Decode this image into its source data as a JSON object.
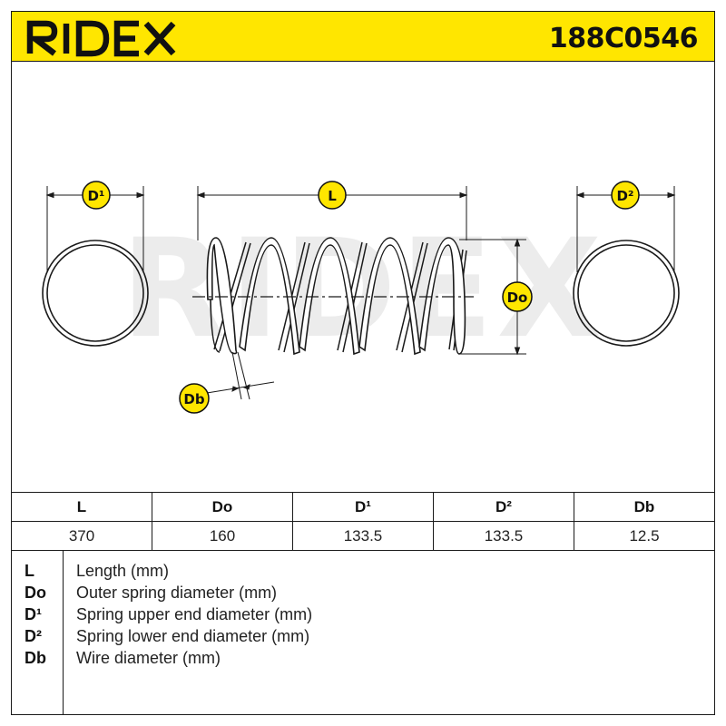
{
  "header": {
    "brand": "RIDEX",
    "part_number": "188C0546"
  },
  "diagram": {
    "watermark": "RIDEX",
    "labels": {
      "d1": "D¹",
      "l": "L",
      "d2": "D²",
      "do": "Do",
      "db": "Db"
    }
  },
  "spec_table": {
    "headers": [
      "L",
      "Do",
      "D¹",
      "D²",
      "Db"
    ],
    "values": [
      "370",
      "160",
      "133.5",
      "133.5",
      "12.5"
    ]
  },
  "legend": {
    "items": [
      {
        "symbol": "L",
        "description": "Length (mm)"
      },
      {
        "symbol": "Do",
        "description": "Outer spring diameter (mm)"
      },
      {
        "symbol": "D¹",
        "description": "Spring upper end diameter (mm)"
      },
      {
        "symbol": "D²",
        "description": "Spring lower end diameter (mm)"
      },
      {
        "symbol": "Db",
        "description": "Wire diameter (mm)"
      }
    ]
  },
  "colors": {
    "accent": "#ffe600",
    "badge": "#ffe600",
    "line": "#1a1a1a",
    "watermark": "#ebebeb"
  }
}
